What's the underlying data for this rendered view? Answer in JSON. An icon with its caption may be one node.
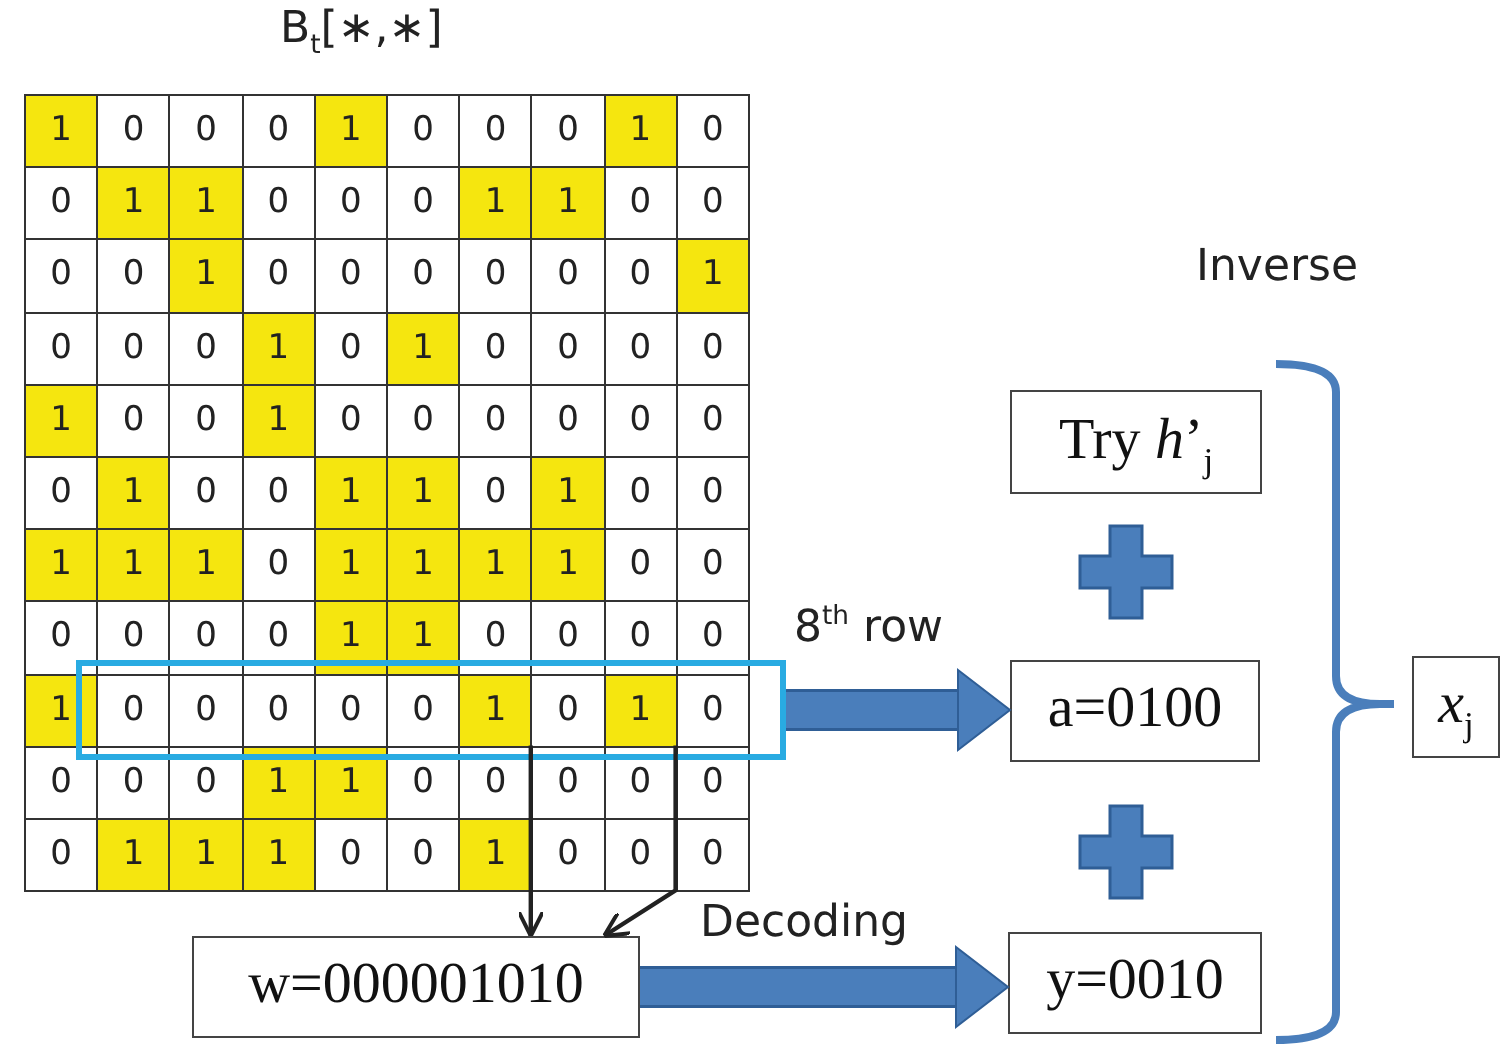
{
  "diagram": {
    "nodes": [
      {
        "text": [
          "B$_{t}$[∗,∗]"
        ]
      },
      {
        "text": [
          "1"
        ],
        "in": 0
      },
      {
        "text": [
          "0"
        ],
        "in": 0
      },
      {
        "text": [
          "0"
        ],
        "in": 0
      },
      {
        "text": [
          "0"
        ],
        "in": 0
      },
      {
        "text": [
          "1"
        ],
        "in": 0
      },
      {
        "text": [
          "0"
        ],
        "in": 0
      },
      {
        "text": [
          "0"
        ],
        "in": 0
      },
      {
        "text": [
          "0"
        ],
        "in": 0
      },
      {
        "text": [
          "1"
        ],
        "in": 0
      },
      {
        "text": [
          "0"
        ],
        "in": 0
      },
      {
        "text": [
          "0"
        ],
        "in": 0
      },
      {
        "text": [
          "1"
        ],
        "in": 0
      },
      {
        "text": [
          "1"
        ],
        "in": 0
      },
      {
        "text": [
          "0"
        ],
        "in": 0
      },
      {
        "text": [
          "0"
        ],
        "in": 0
      },
      {
        "text": [
          "0"
        ],
        "in": 0
      },
      {
        "text": [
          "1"
        ],
        "in": 0
      },
      {
        "text": [
          "1"
        ],
        "in": 0
      },
      {
        "text": [
          "0"
        ],
        "in": 0
      },
      {
        "text": [
          "0"
        ],
        "in": 0
      },
      {
        "text": [
          "0"
        ],
        "in": 0
      },
      {
        "text": [
          "0"
        ],
        "in": 0
      },
      {
        "text": [
          "1"
        ],
        "in": 0
      },
      {
        "text": [
          "0"
        ],
        "in": 0
      },
      {
        "text": [
          "0"
        ],
        "in": 0
      },
      {
        "text": [
          "0"
        ],
        "in": 0
      },
      {
        "text": [
          "0"
        ],
        "in": 0
      },
      {
        "text": [
          "0"
        ],
        "in": 0
      },
      {
        "text": [
          "0"
        ],
        "in": 0
      },
      {
        "text": [
          "1"
        ],
        "in": 0
      },
      {
        "text": [
          "0"
        ],
        "in": 0
      },
      {
        "text": [
          "0"
        ],
        "in": 0
      },
      {
        "text": [
          "0"
        ],
        "in": 0
      },
      {
        "text": [
          "1"
        ],
        "in": 0
      },
      {
        "text": [
          "0"
        ],
        "in": 0
      },
      {
        "text": [
          "1"
        ],
        "in": 0
      },
      {
        "text": [
          "0"
        ],
        "in": 0
      },
      {
        "text": [
          "0"
        ],
        "in": 0
      },
      {
        "text": [
          "0"
        ],
        "in": 0
      },
      {
        "text": [
          "0"
        ],
        "in": 0
      },
      {
        "text": [
          "1"
        ],
        "in": 0
      },
      {
        "text": [
          "0"
        ],
        "in": 0
      },
      {
        "text": [
          "0"
        ],
        "in": 0
      },
      {
        "text": [
          "1"
        ],
        "in": 0
      },
      {
        "text": [
          "0"
        ],
        "in": 0
      },
      {
        "text": [
          "0"
        ],
        "in": 0
      },
      {
        "text": [
          "0"
        ],
        "in": 0
      },
      {
        "text": [
          "0"
        ],
        "in": 0
      },
      {
        "text": [
          "0"
        ],
        "in": 0
      },
      {
        "text": [
          "0"
        ],
        "in": 0
      },
      {
        "text": [
          "0"
        ],
        "in": 0
      },
      {
        "text": [
          "1"
        ],
        "in": 0
      },
      {
        "text": [
          "0"
        ],
        "in": 0
      },
      {
        "text": [
          "0"
        ],
        "in": 0
      },
      {
        "text": [
          "1"
        ],
        "in": 0
      },
      {
        "text": [
          "1"
        ],
        "in": 0
      },
      {
        "text": [
          "0"
        ],
        "in": 0
      },
      {
        "text": [
          "1"
        ],
        "in": 0
      },
      {
        "text": [
          "0"
        ],
        "in": 0
      },
      {
        "text": [
          "0"
        ],
        "in": 0
      },
      {
        "text": [
          "1"
        ],
        "in": 0
      },
      {
        "text": [
          "1"
        ],
        "in": 0
      },
      {
        "text": [
          "1"
        ],
        "in": 0
      },
      {
        "text": [
          "0"
        ],
        "in": 0
      },
      {
        "text": [
          "1"
        ],
        "in": 0
      },
      {
        "text": [
          "1"
        ],
        "in": 0
      },
      {
        "text": [
          "1"
        ],
        "in": 0
      },
      {
        "text": [
          "1"
        ],
        "in": 0
      },
      {
        "text": [
          "0"
        ],
        "in": 0
      },
      {
        "text": [
          "0"
        ],
        "in": 0
      },
      {
        "text": [
          "0"
        ],
        "in": 0
      },
      {
        "text": [
          "0"
        ],
        "in": 0
      },
      {
        "text": [
          "0"
        ],
        "in": 0
      },
      {
        "text": [
          "0"
        ],
        "in": 0
      },
      {
        "text": [
          "1"
        ],
        "in": 0
      },
      {
        "text": [
          "1"
        ],
        "in": 0
      },
      {
        "text": [
          "0"
        ],
        "in": 0
      },
      {
        "text": [
          "0"
        ],
        "in": 0
      },
      {
        "text": [
          "0"
        ],
        "in": 0
      },
      {
        "text": [
          "0"
        ],
        "in": 0
      },
      {
        "text": [],
        "shape": "box"
      },
      {
        "text": [
          "1"
        ],
        "in": 0
      },
      {
        "text": [
          "0"
        ],
        "in": 81
      },
      {
        "text": [
          "0"
        ],
        "in": 81
      },
      {
        "text": [
          "0"
        ],
        "in": 81
      },
      {
        "text": [
          "0"
        ],
        "in": 81
      },
      {
        "text": [
          "0"
        ],
        "in": 81
      },
      {
        "text": [
          "1"
        ],
        "in": 81
      },
      {
        "text": [
          "0"
        ],
        "in": 81
      },
      {
        "text": [
          "1"
        ],
        "in": 81
      },
      {
        "text": [
          "0"
        ],
        "in": 81
      },
      {
        "text": [
          "0"
        ],
        "in": 0
      },
      {
        "text": [
          "0"
        ],
        "in": 0
      },
      {
        "text": [
          "0"
        ],
        "in": 0
      },
      {
        "text": [
          "1"
        ],
        "in": 0
      },
      {
        "text": [
          "1"
        ],
        "in": 0
      },
      {
        "text": [
          "0"
        ],
        "in": 0
      },
      {
        "text": [
          "0"
        ],
        "in": 0
      },
      {
        "text": [
          "0"
        ],
        "in": 0
      },
      {
        "text": [
          "0"
        ],
        "in": 0
      },
      {
        "text": [
          "0"
        ],
        "in": 0
      },
      {
        "text": [
          "0"
        ],
        "in": 0
      },
      {
        "text": [
          "1"
        ],
        "in": 0
      },
      {
        "text": [
          "1"
        ],
        "in": 0
      },
      {
        "text": [
          "1"
        ],
        "in": 0
      },
      {
        "text": [
          "0"
        ],
        "in": 0
      },
      {
        "text": [
          "0"
        ],
        "in": 0
      },
      {
        "text": [
          "1"
        ],
        "in": 0
      },
      {
        "text": [
          "0"
        ],
        "in": 0
      },
      {
        "text": [
          "0"
        ],
        "in": 0
      },
      {
        "text": [
          "0"
        ],
        "in": 0
      },
      {
        "text": [
          "Try *h*’$_{j}$"
        ]
      },
      {
        "text": [
          "a=0100"
        ]
      },
      {
        "text": [
          "w=000001010"
        ]
      },
      {
        "text": [
          "y=0010"
        ]
      },
      {
        "text": [
          "*x*$_{j}$"
        ]
      }
    ],
    "edges": [
      {
        "from": 88,
        "to": 114,
        "arrow": "to"
      },
      {
        "from": 90,
        "to": 114,
        "arrow": "to"
      },
      {
        "from": 81,
        "to": 113,
        "arrow": "to",
        "label": "8$^{th}$ row",
        "style": "thick",
        "color": "#4a7ebb"
      },
      {
        "from": 114,
        "to": 115,
        "arrow": "to",
        "label": "Decoding",
        "style": "thick",
        "color": "#4a7ebb"
      }
    ],
    "labels": [
      "Inverse"
    ]
  }
}
